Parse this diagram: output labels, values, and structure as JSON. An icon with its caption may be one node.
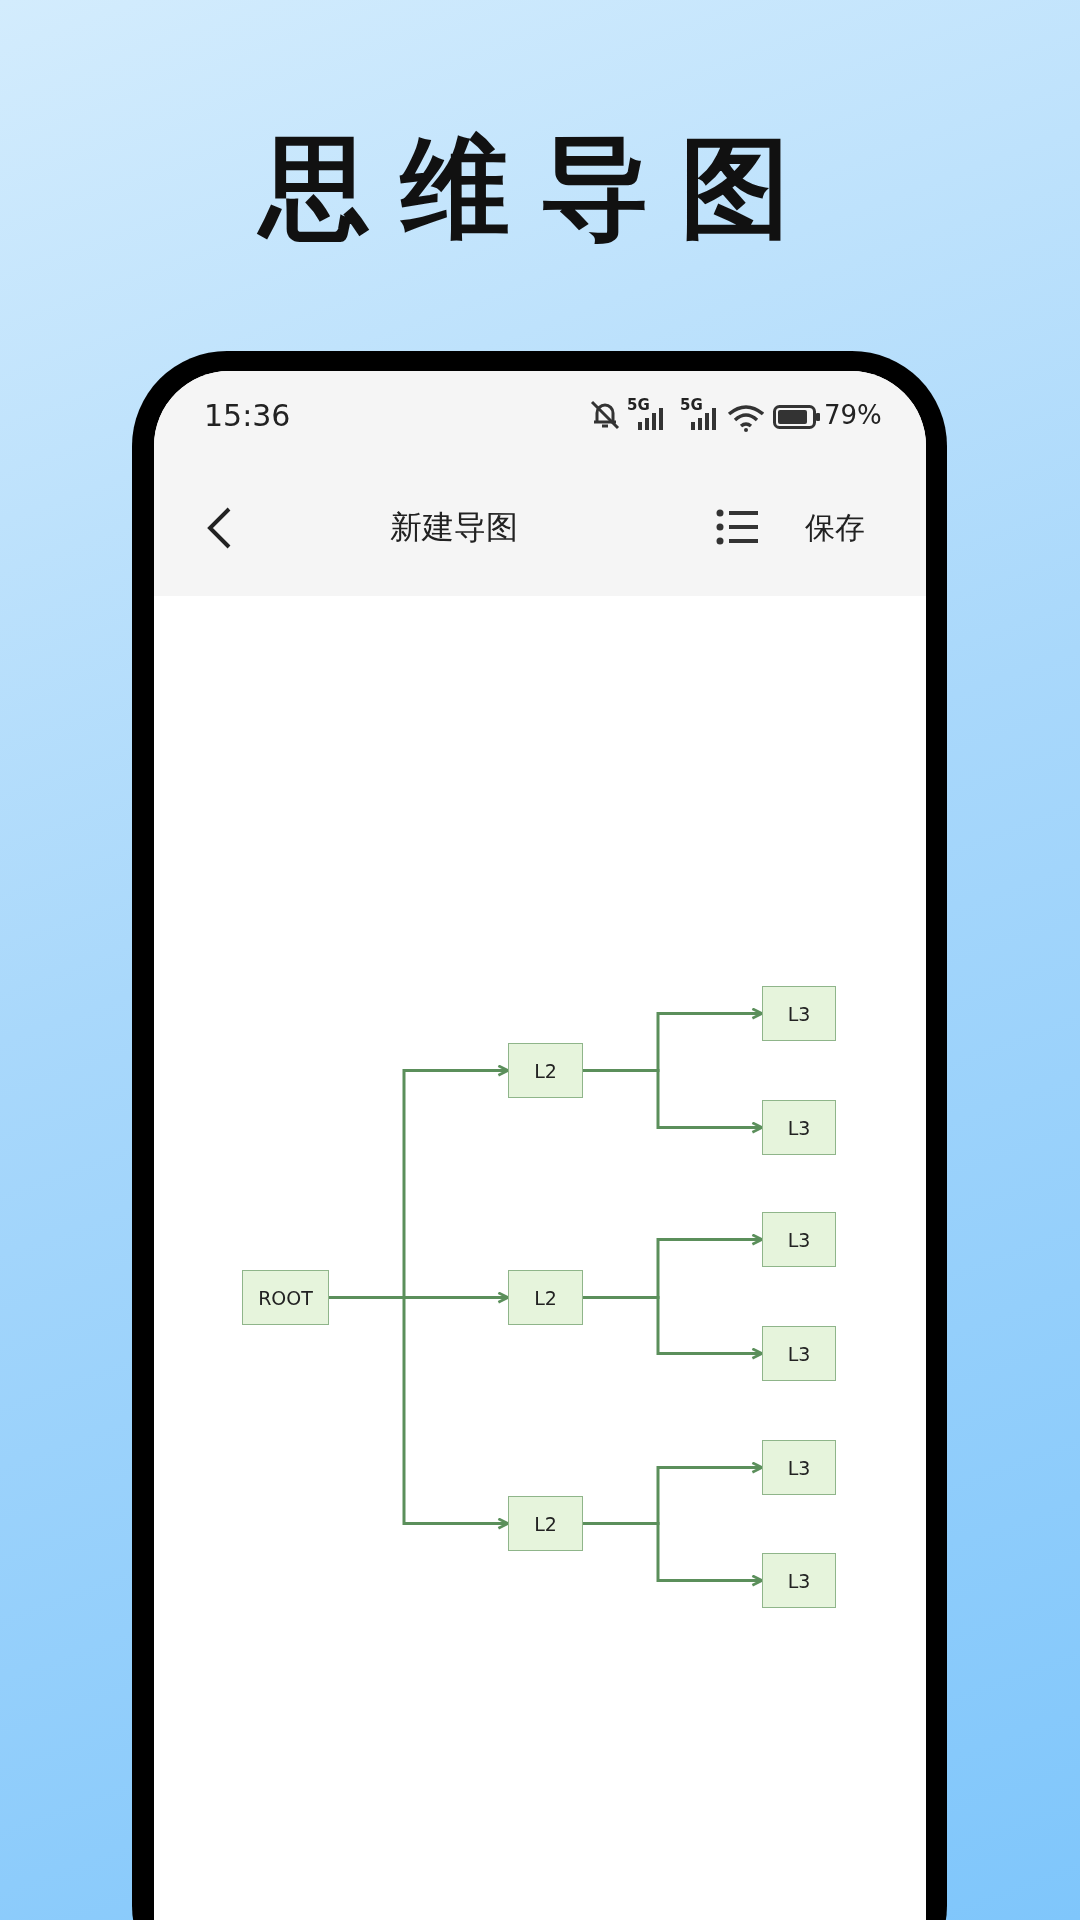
{
  "diagram": {
    "title": "思维导图",
    "nodes": [
      {
        "text": [
          "ROOT"
        ]
      },
      {
        "text": [
          "L2"
        ]
      },
      {
        "text": [
          "L2"
        ]
      },
      {
        "text": [
          "L2"
        ]
      },
      {
        "text": [
          "L3"
        ]
      },
      {
        "text": [
          "L3"
        ]
      },
      {
        "text": [
          "L3"
        ]
      },
      {
        "text": [
          "L3"
        ]
      },
      {
        "text": [
          "L3"
        ]
      },
      {
        "text": [
          "L3"
        ]
      }
    ],
    "edges": [
      {
        "from": 0,
        "to": 1,
        "arrow": "to"
      },
      {
        "from": 0,
        "to": 2,
        "arrow": "to"
      },
      {
        "from": 0,
        "to": 3,
        "arrow": "to"
      },
      {
        "from": 1,
        "to": 4,
        "arrow": "to"
      },
      {
        "from": 1,
        "to": 5,
        "arrow": "to"
      },
      {
        "from": 2,
        "to": 6,
        "arrow": "to"
      },
      {
        "from": 2,
        "to": 7,
        "arrow": "to"
      },
      {
        "from": 3,
        "to": 8,
        "arrow": "to"
      },
      {
        "from": 3,
        "to": 9,
        "arrow": "to"
      }
    ],
    "labels": [
      "15:36",
      "5G",
      "5G",
      "79%",
      "新建导图",
      "保存"
    ]
  }
}
